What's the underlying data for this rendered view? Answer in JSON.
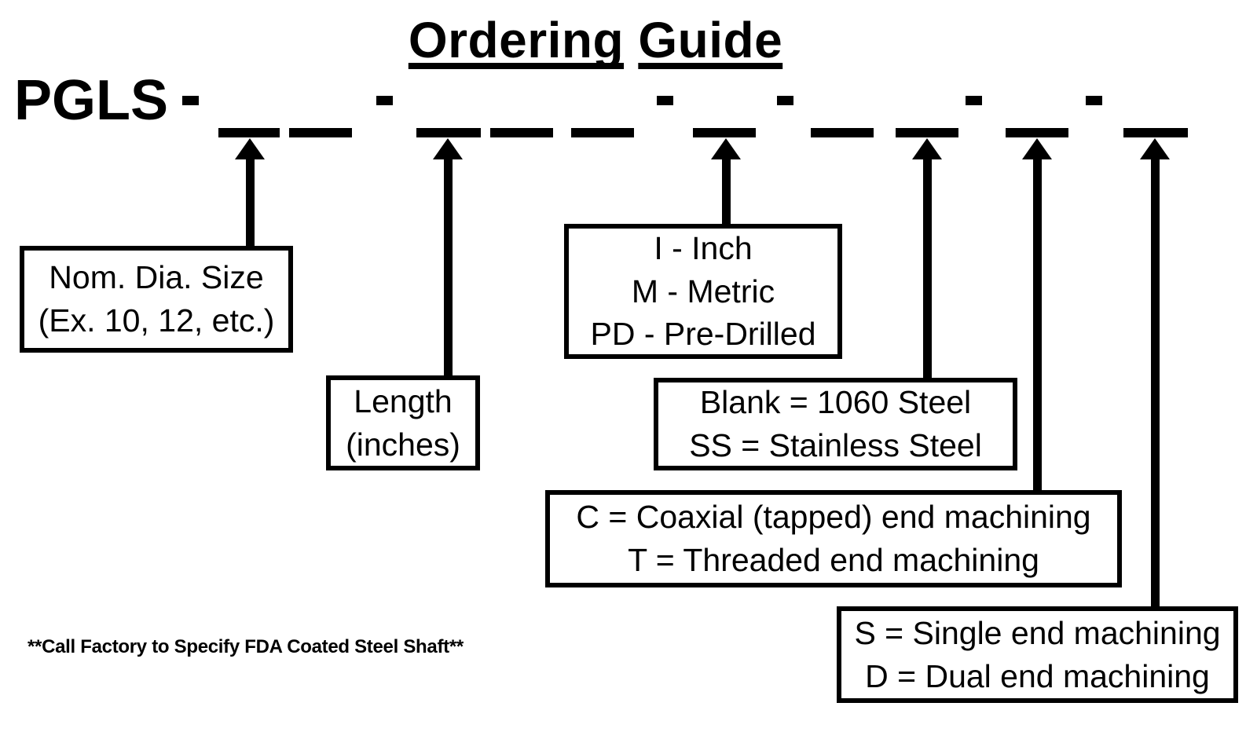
{
  "title": "Ordering Guide",
  "part_number": {
    "prefix": "PGLS",
    "separator": "-",
    "blank_groups": [
      2,
      3,
      1,
      2,
      1,
      1
    ]
  },
  "callouts": [
    {
      "id": "nominal-diameter",
      "lines": [
        "Nom. Dia. Size",
        "(Ex. 10, 12, etc.)"
      ]
    },
    {
      "id": "length",
      "lines": [
        "Length",
        "(inches)"
      ]
    },
    {
      "id": "measurement-type",
      "lines": [
        "I - Inch",
        "M - Metric",
        "PD - Pre-Drilled"
      ]
    },
    {
      "id": "material",
      "lines": [
        "Blank = 1060 Steel",
        "SS = Stainless Steel"
      ]
    },
    {
      "id": "end-machining-style",
      "lines": [
        "C = Coaxial (tapped) end machining",
        "T = Threaded end machining"
      ]
    },
    {
      "id": "end-machining-ends",
      "lines": [
        "S = Single end machining",
        "D = Dual end machining"
      ]
    }
  ],
  "footnote": "**Call Factory to Specify FDA Coated Steel Shaft**",
  "colors": {
    "ink": "#000000",
    "background": "#ffffff"
  }
}
